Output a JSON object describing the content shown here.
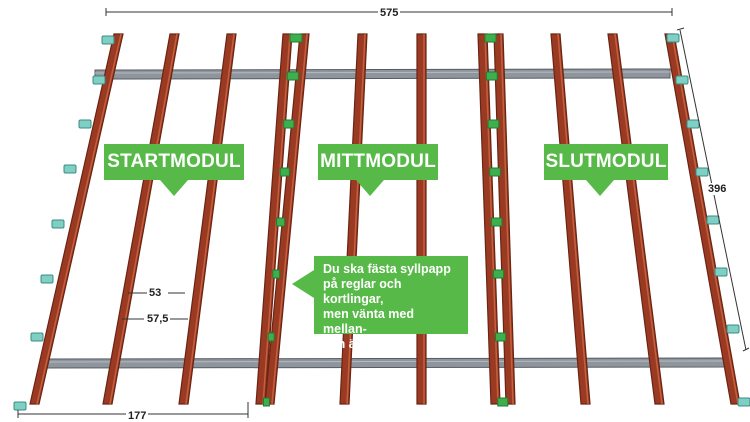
{
  "modules": {
    "start": "STARTMODUL",
    "middle": "MITTMODUL",
    "end": "SLUTMODUL"
  },
  "note": {
    "line1": "Du ska fästa syllpapp",
    "line2": "på reglar och kortlingar,",
    "line3": "men vänta med mellan-",
    "line4": "och ändbitarna!"
  },
  "dimensions": {
    "total_width": "575",
    "depth": "396",
    "spacing_a": "53",
    "spacing_b": "57,5",
    "module_width": "177"
  },
  "colors": {
    "joist": "#9b3a22",
    "joist_edge": "#6a2414",
    "beam": "#8f959c",
    "block": "#3fae4d",
    "foot": "#7fcfc4",
    "callout": "#57b947"
  }
}
